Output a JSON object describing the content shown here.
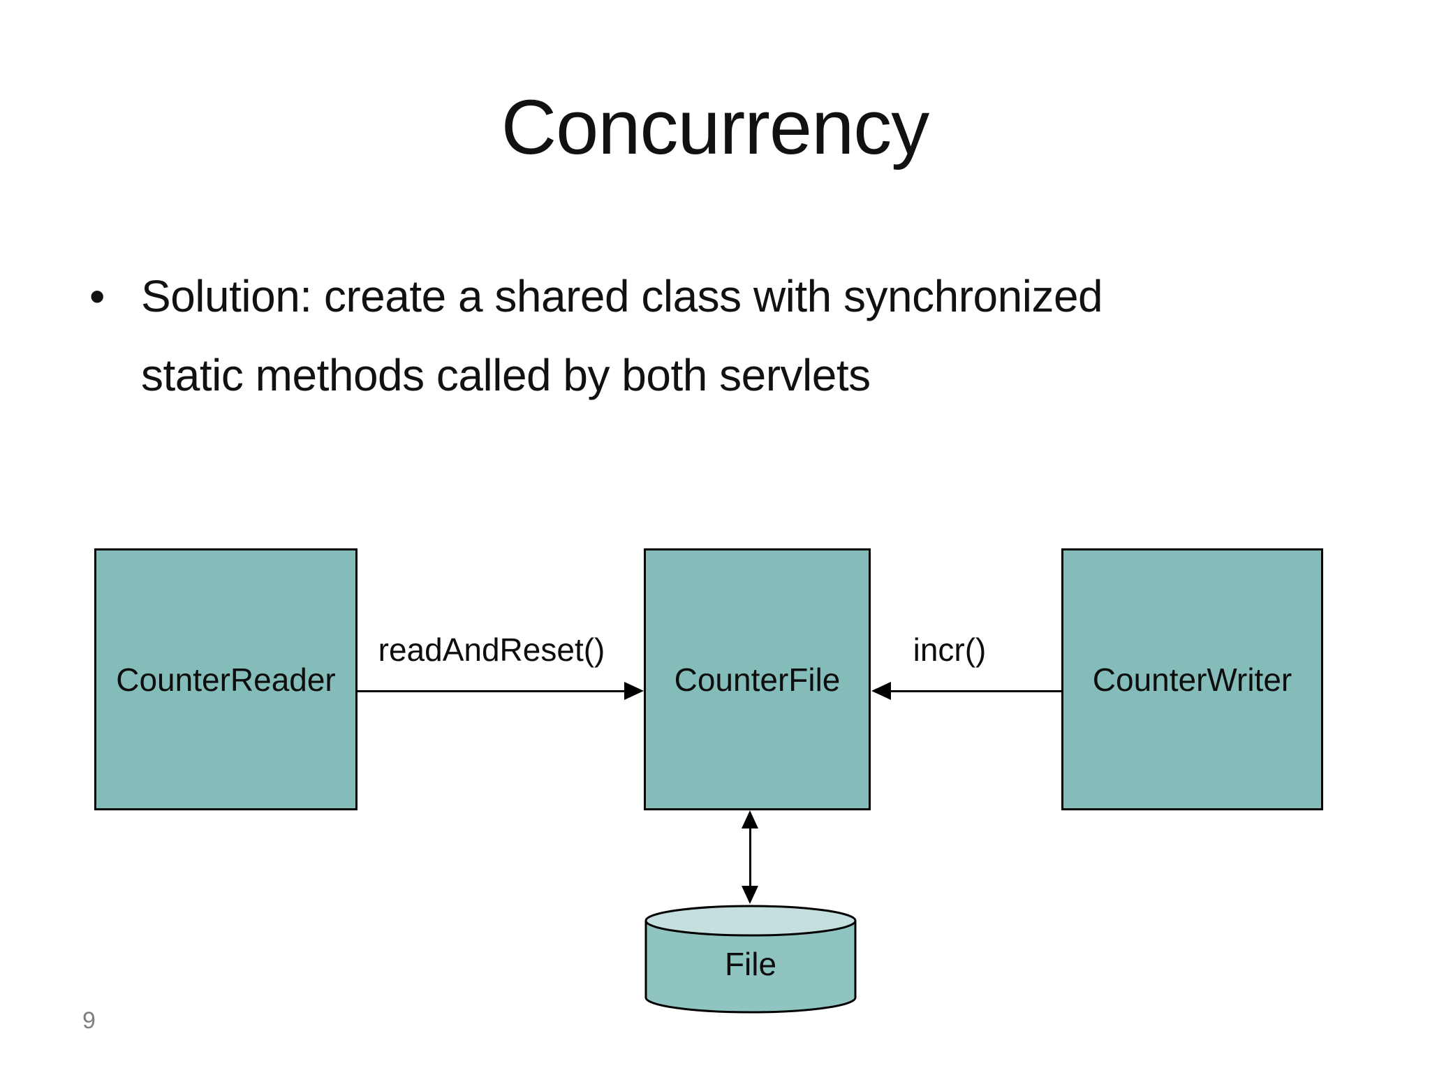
{
  "slide": {
    "title": "Concurrency",
    "bullet": {
      "marker": "•",
      "text": "Solution: create a shared class with synchronized static methods called by both servlets"
    },
    "page_number": "9"
  },
  "diagram": {
    "nodes": [
      {
        "id": "counter-reader",
        "label": "CounterReader"
      },
      {
        "id": "counter-file",
        "label": "CounterFile"
      },
      {
        "id": "counter-writer",
        "label": "CounterWriter"
      }
    ],
    "edges": [
      {
        "label": "readAndReset()",
        "from": "CounterReader",
        "to": "CounterFile",
        "direction": "right"
      },
      {
        "label": "incr()",
        "from": "CounterWriter",
        "to": "CounterFile",
        "direction": "left"
      },
      {
        "label": "",
        "from": "CounterFile",
        "to": "File",
        "direction": "both"
      }
    ],
    "datastore": {
      "label": "File"
    },
    "colors": {
      "background": "#ffffff",
      "node_fill": "#84bcb9",
      "node_border": "#000000",
      "cylinder_body": "#8fc4c1",
      "cylinder_top": "#c4dfde",
      "arrow": "#000000",
      "text": "#111111",
      "page_number": "#7f7f7f"
    }
  }
}
